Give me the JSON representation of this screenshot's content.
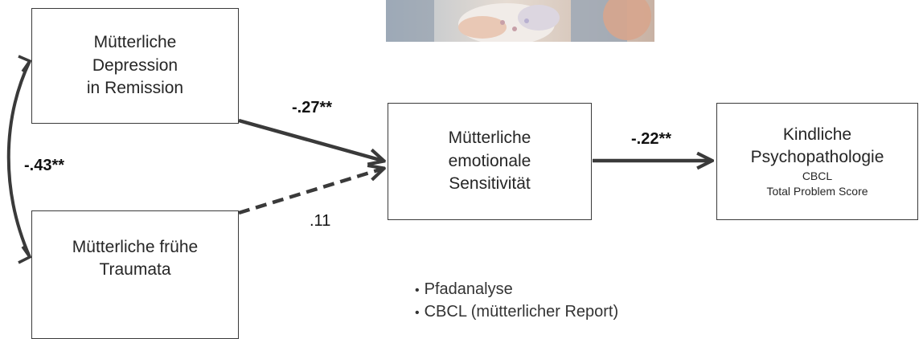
{
  "boxes": {
    "depression": {
      "line1": "Mütterliche",
      "line2": "Depression",
      "line3": "in Remission"
    },
    "trauma": {
      "line1": "Mütterliche frühe",
      "line2": "Traumata"
    },
    "sensitivity": {
      "line1": "Mütterliche",
      "line2": "emotionale",
      "line3": "Sensitivität"
    },
    "psychopathology": {
      "line1": "Kindliche",
      "line2": "Psychopathologie",
      "line3": "CBCL",
      "line4": "Total Problem Score"
    }
  },
  "paths": {
    "depression_to_sensitivity": "-.27**",
    "trauma_to_sensitivity": ".11",
    "sensitivity_to_psychopathology": "-.22**",
    "correlation": "-.43**"
  },
  "notes": [
    "Pfadanalyse",
    "CBCL (mütterlicher Report)"
  ],
  "colors": {
    "line": "#3a3a3a",
    "box_border": "#3a3a3a",
    "text": "#262626"
  }
}
